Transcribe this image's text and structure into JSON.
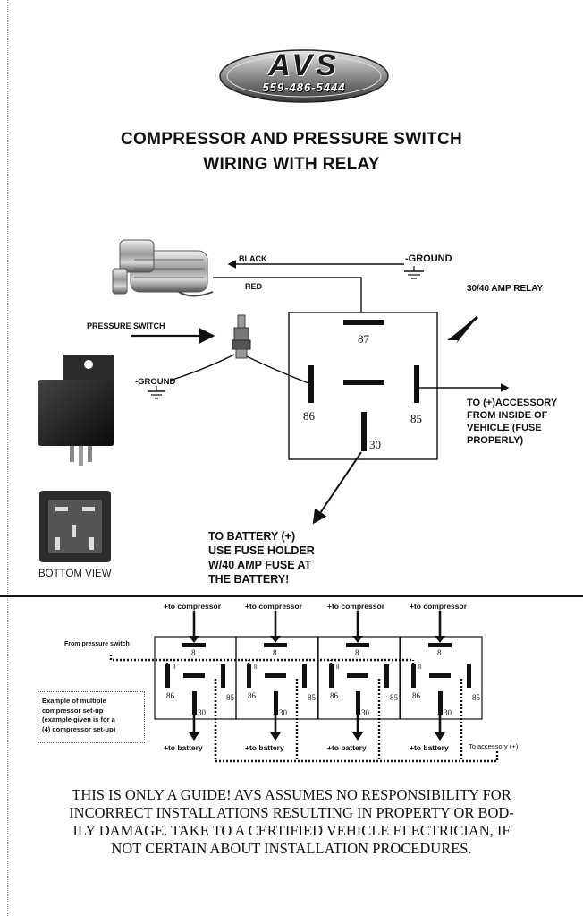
{
  "logo": {
    "brand": "AVS",
    "phone": "559-486-5444"
  },
  "title": {
    "line1": "COMPRESSOR AND PRESSURE SWITCH",
    "line2": "WIRING WITH RELAY"
  },
  "main_diagram": {
    "black_label": "BLACK",
    "red_label": "RED",
    "ground_top": "-GROUND",
    "ground_left": "-GROUND",
    "relay_label": "30/40 AMP RELAY",
    "pressure_switch_label": "PRESSURE SWITCH",
    "pins": {
      "p87": "87",
      "p86": "86",
      "p85": "85",
      "p30": "30"
    },
    "accessory_lines": [
      "TO (+)ACCESSORY",
      "FROM INSIDE OF",
      "VEHICLE (FUSE",
      "PROPERLY)"
    ],
    "battery_lines": [
      "TO BATTERY (+)",
      "USE FUSE HOLDER",
      "W/40 AMP FUSE AT",
      "THE BATTERY!"
    ],
    "bottom_view": "BOTTOM VIEW"
  },
  "multi_diagram": {
    "to_compressor": "+to compressor",
    "to_battery": "+to battery",
    "from_pressure_switch": "From pressure switch",
    "to_accessory": "To accessory (+)",
    "pins": {
      "p87": "8",
      "p86": "86",
      "p85": "85",
      "p30": "30",
      "p87a": "8"
    },
    "example_lines": [
      "Example of multiple",
      "compressor set-up",
      "(example given is for a",
      "(4) compressor set-up)"
    ]
  },
  "disclaimer_lines": [
    "THIS IS ONLY A GUIDE!  AVS ASSUMES NO RESPONSIBILITY  FOR",
    "INCORRECT INSTALLATIONS RESULTING IN PROPERTY OR BOD-",
    "ILY DAMAGE.  TAKE TO A CERTIFIED VEHICLE ELECTRICIAN, IF",
    "NOT CERTAIN ABOUT INSTALLATION PROCEDURES."
  ]
}
